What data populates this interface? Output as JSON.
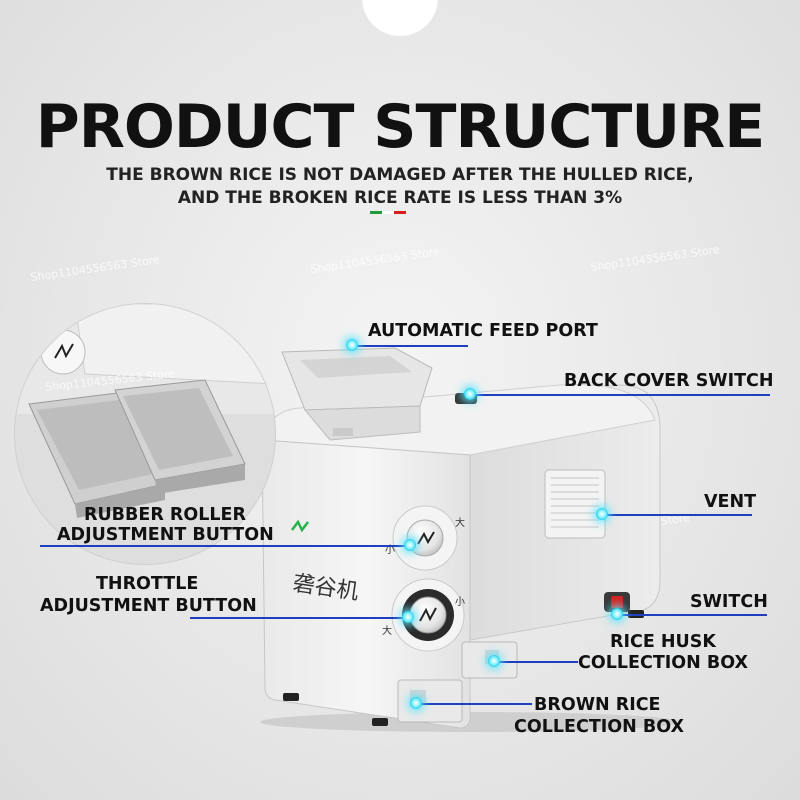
{
  "header": {
    "title": "PRODUCT STRUCTURE",
    "subtitle_line1": "THE BROWN RICE IS NOT DAMAGED AFTER THE HULLED RICE,",
    "subtitle_line2": "AND THE BROKEN RICE RATE IS LESS THAN 3%"
  },
  "labels": {
    "feed_port": "AUTOMATIC FEED PORT",
    "back_cover": "BACK COVER SWITCH",
    "vent": "VENT",
    "switch": "SWITCH",
    "rubber_roller_1": "RUBBER ROLLER",
    "rubber_roller_2": "ADJUSTMENT BUTTON",
    "throttle_1": "THROTTLE",
    "throttle_2": "ADJUSTMENT BUTTON",
    "husk_box_1": "RICE HUSK",
    "husk_box_2": "COLLECTION BOX",
    "brown_box_1": "BROWN RICE",
    "brown_box_2": "COLLECTION BOX"
  },
  "machine": {
    "chinese_label": "砻谷机",
    "dial_small": "小",
    "dial_large": "大"
  },
  "watermark": "Shop1104556563 Store",
  "colors": {
    "leader_line": "#1f3fbf",
    "marker_glow": "#18c7e6",
    "flag_green": "#1f9d3a",
    "flag_red": "#d62020",
    "logo_green": "#27b34a"
  }
}
